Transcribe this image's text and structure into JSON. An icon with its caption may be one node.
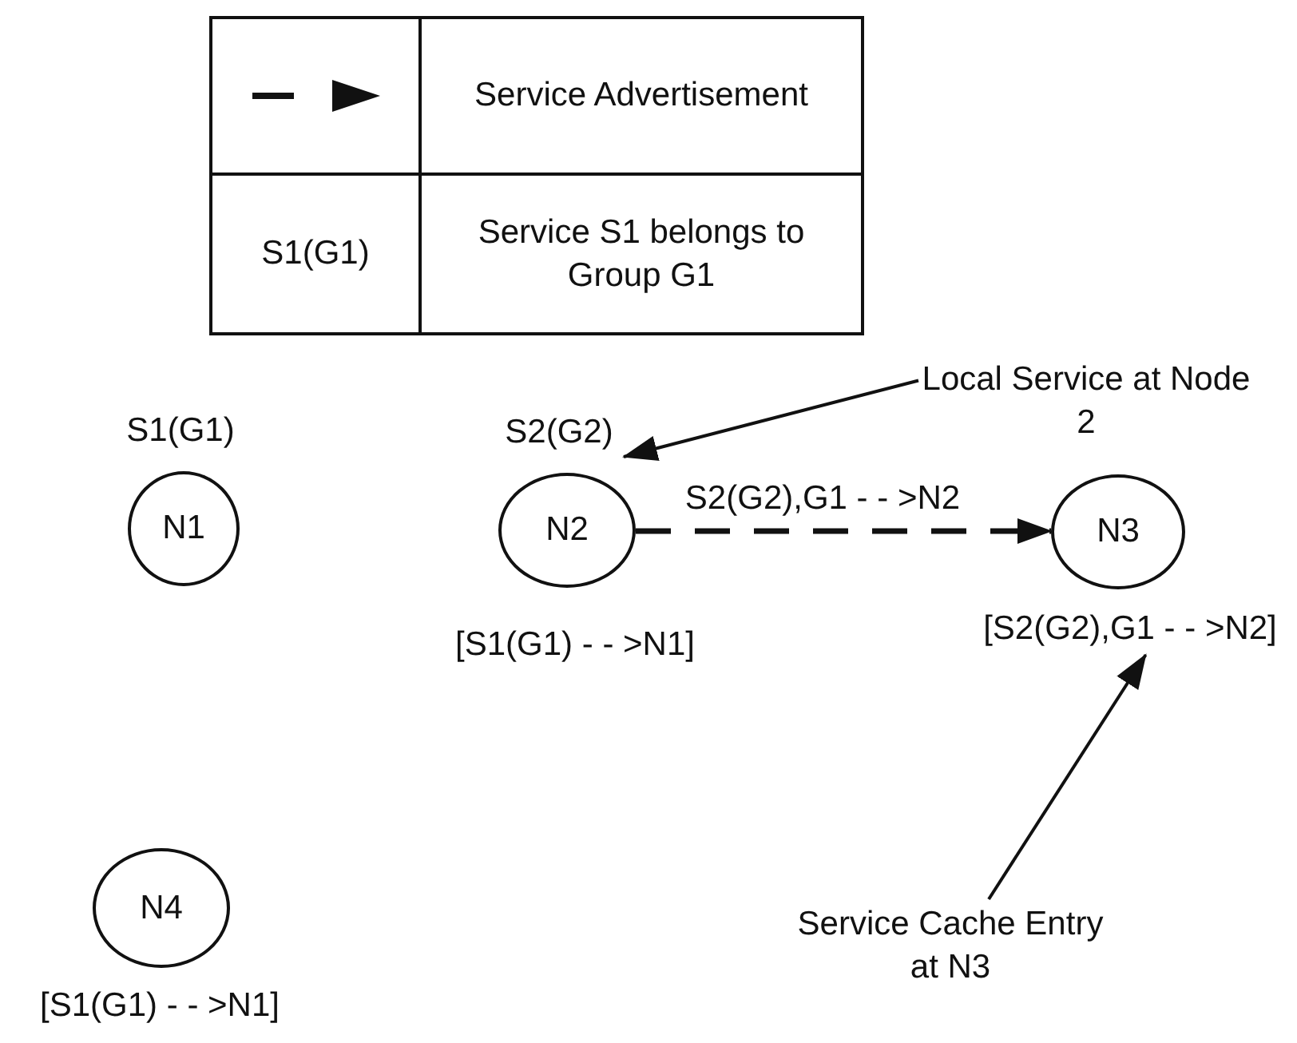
{
  "diagram": {
    "nodes": [
      {
        "text": [
          "N1"
        ],
        "beside": [
          "S1(G1)"
        ]
      },
      {
        "text": [
          "S2(G2)"
        ]
      },
      {
        "text": [
          "N2"
        ],
        "beside": [
          "[S1(G1) - - >N1]"
        ]
      },
      {
        "text": [
          "N3"
        ]
      },
      {
        "text": [
          "[S2(G2),G1 - - >N2]"
        ]
      },
      {
        "text": [
          "Local Service at Node 2"
        ]
      },
      {
        "text": [
          "Service Cache Entry at N3"
        ]
      },
      {
        "text": [
          "N4"
        ],
        "beside": [
          "[S1(G1) - - >N1]"
        ]
      }
    ],
    "edges": [
      {
        "from": 2,
        "to": 3,
        "arrow": "to",
        "style": "dashed",
        "label": "S2(G2),G1 - - >N2"
      },
      {
        "from": 5,
        "to": 1,
        "arrow": "to"
      },
      {
        "from": 6,
        "to": 4,
        "arrow": "to"
      }
    ],
    "labels": [
      "S1(G1)",
      "Service S1 belongs to Group G1"
    ],
    "legend": [
      {
        "text": "Service Advertisement"
      }
    ]
  }
}
